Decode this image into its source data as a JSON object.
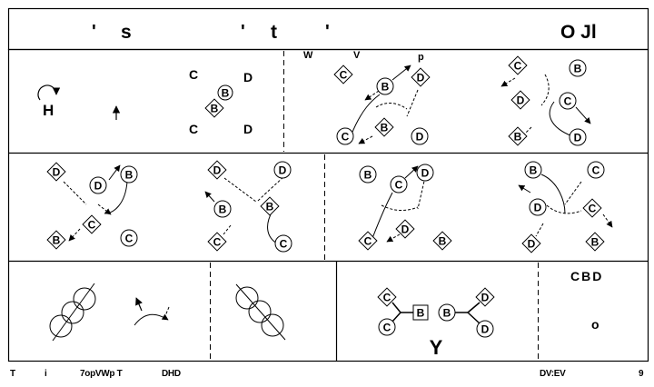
{
  "header": {
    "glyphs": [
      "'",
      "s",
      "'",
      "t",
      "'"
    ],
    "right": "O Jl"
  },
  "row1": {
    "p1": {
      "h": "H",
      "c1": "C",
      "d1": "D",
      "b1": "B",
      "b2": "B",
      "c2": "C",
      "d2": "D"
    },
    "p2": {
      "w": "W",
      "v": "V",
      "p": "p",
      "nodes": [
        "C",
        "B",
        "D",
        "C",
        "B",
        "D"
      ]
    },
    "p3": {
      "nodes": [
        "C",
        "B",
        "D",
        "C",
        "B",
        "D"
      ]
    }
  },
  "row2": {
    "p1": [
      "D",
      "D",
      "B",
      "B",
      "C",
      "C"
    ],
    "p2": [
      "D",
      "D",
      "B",
      "B",
      "C",
      "C"
    ],
    "p3": [
      "B",
      "C",
      "D",
      "D",
      "C",
      "B"
    ],
    "p4": [
      "B",
      "C",
      "D",
      "C",
      "D",
      "B"
    ]
  },
  "row3": {
    "p3": {
      "nodes": [
        "C",
        "C",
        "B",
        "B",
        "D",
        "D"
      ],
      "label": "Y"
    },
    "p4": {
      "top": "CBD",
      "bottom": "o"
    }
  },
  "footer": {
    "a": "T",
    "b": "i",
    "c": "7opVWp T",
    "d": "DHD",
    "e": "DV:EV",
    "f": "9"
  }
}
